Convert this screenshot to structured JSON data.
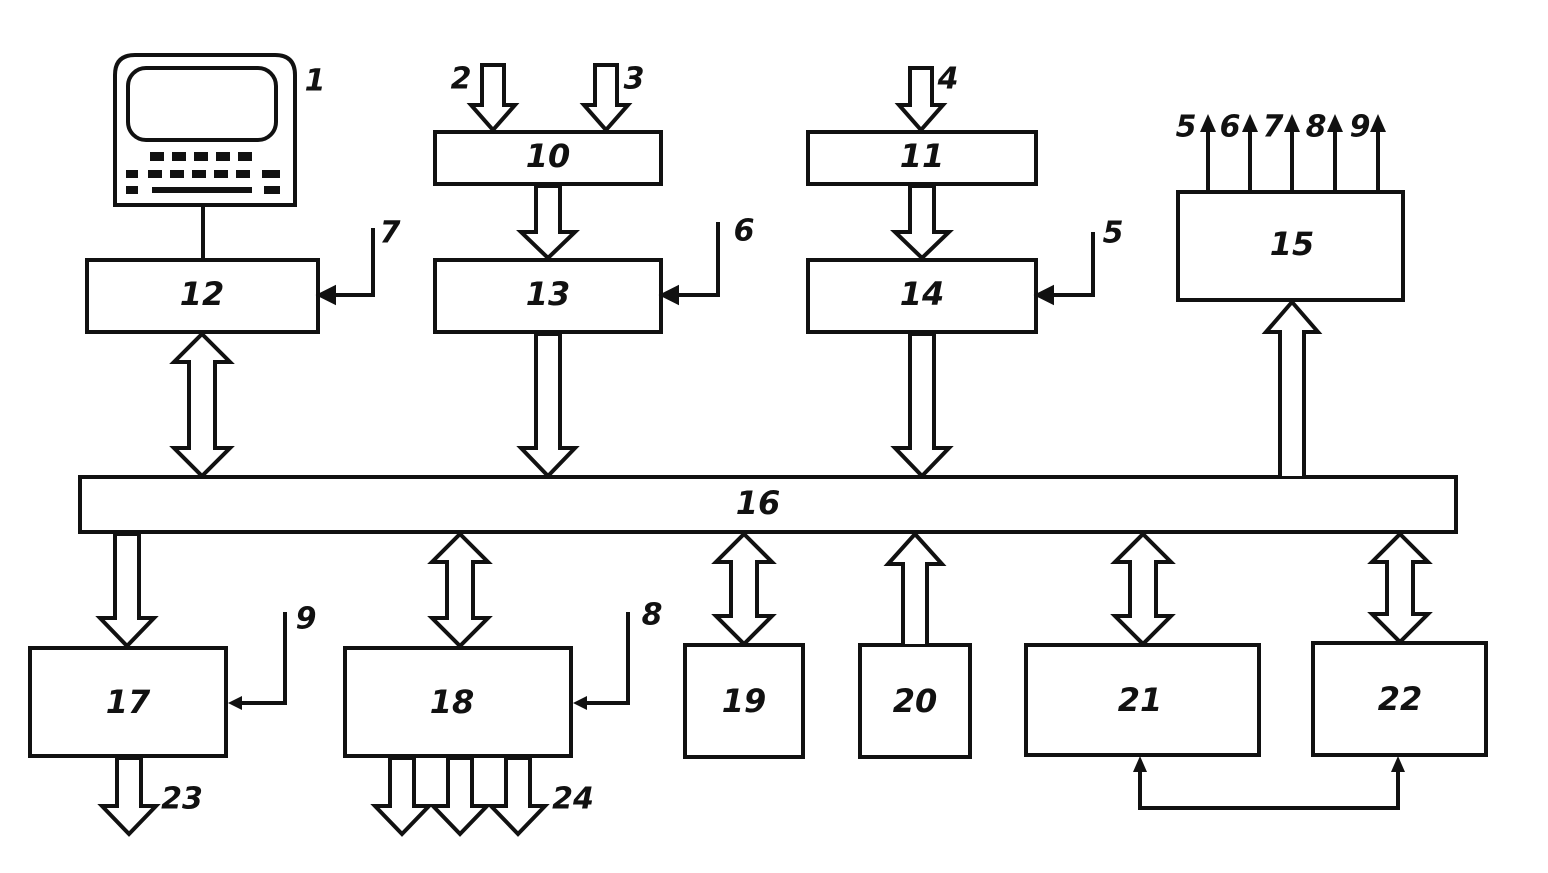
{
  "blocks": {
    "b10": "10",
    "b11": "11",
    "b12": "12",
    "b13": "13",
    "b14": "14",
    "b15": "15",
    "b16": "16",
    "b17": "17",
    "b18": "18",
    "b19": "19",
    "b20": "20",
    "b21": "21",
    "b22": "22"
  },
  "numbers": {
    "terminal": "1",
    "in2": "2",
    "in3": "3",
    "in4": "4",
    "sig7": "7",
    "sig6": "6",
    "sig5": "5",
    "sig9": "9",
    "sig8": "8",
    "out5": "5",
    "out6": "6",
    "out7": "7",
    "out8": "8",
    "out9": "9",
    "out23": "23",
    "out24": "24"
  },
  "icons": {
    "terminal": "computer-terminal-icon"
  },
  "colors": {
    "line": "#111111",
    "background": "#ffffff"
  }
}
